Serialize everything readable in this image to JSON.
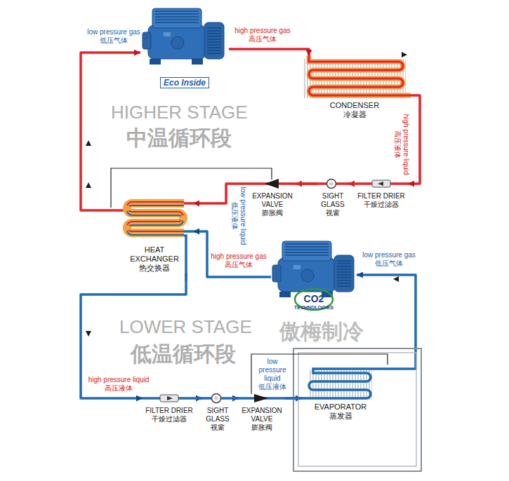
{
  "diagram": {
    "nodes": [
      {
        "text": [
          "Eco Inside"
        ]
      },
      {
        "text": [
          "CONDENSER 冷凝器"
        ]
      },
      {
        "text": [
          "FILTER DRIER 干燥过滤器"
        ]
      },
      {
        "text": [
          "SIGHT GLASS 视窗"
        ]
      },
      {
        "text": [
          "EXPANSION VALVE 膨胀阀"
        ]
      },
      {
        "text": [
          "HEAT EXCHANGER 热交换器"
        ]
      },
      {
        "text": [
          "CO2",
          "TECHNOLOGIES"
        ]
      },
      {
        "text": [
          "FILTER DRIER 干燥过滤器"
        ]
      },
      {
        "text": [
          "SIGHT GLASS 视窗"
        ]
      },
      {
        "text": [
          "EXPANSION VALVE 膨胀阀"
        ]
      },
      {
        "text": [
          "EVAPORATOR 蒸发器"
        ]
      }
    ],
    "edges": [
      {
        "from": 0,
        "to": 1,
        "arrow": "to",
        "label": "high pressure gas 高压气体"
      },
      {
        "from": 1,
        "to": 2,
        "arrow": "to",
        "label": "high pressure liquid 高压液体"
      },
      {
        "from": 2,
        "to": 3,
        "arrow": "to"
      },
      {
        "from": 3,
        "to": 4,
        "arrow": "to"
      },
      {
        "from": 4,
        "to": 5,
        "arrow": "to",
        "label": "low pressure liquid 低压液体"
      },
      {
        "from": 5,
        "to": 0,
        "arrow": "to",
        "label": "low pressure gas 低压气体"
      },
      {
        "from": 6,
        "to": 5,
        "arrow": "to",
        "label": "high pressure gas 高压气体"
      },
      {
        "from": 5,
        "to": 7,
        "arrow": "to",
        "label": "high pressure liquid 高压液体"
      },
      {
        "from": 7,
        "to": 8,
        "arrow": "to"
      },
      {
        "from": 8,
        "to": 9,
        "arrow": "to"
      },
      {
        "from": 9,
        "to": 10,
        "arrow": "to",
        "label": "low pressure liquid 低压液体"
      },
      {
        "from": 10,
        "to": 6,
        "arrow": "to",
        "label": "low pressure gas 低压气体"
      }
    ],
    "labels": [
      "HIGHER STAGE",
      "中温循环段",
      "LOWER STAGE",
      "低温循环段",
      "傲梅制冷"
    ]
  }
}
